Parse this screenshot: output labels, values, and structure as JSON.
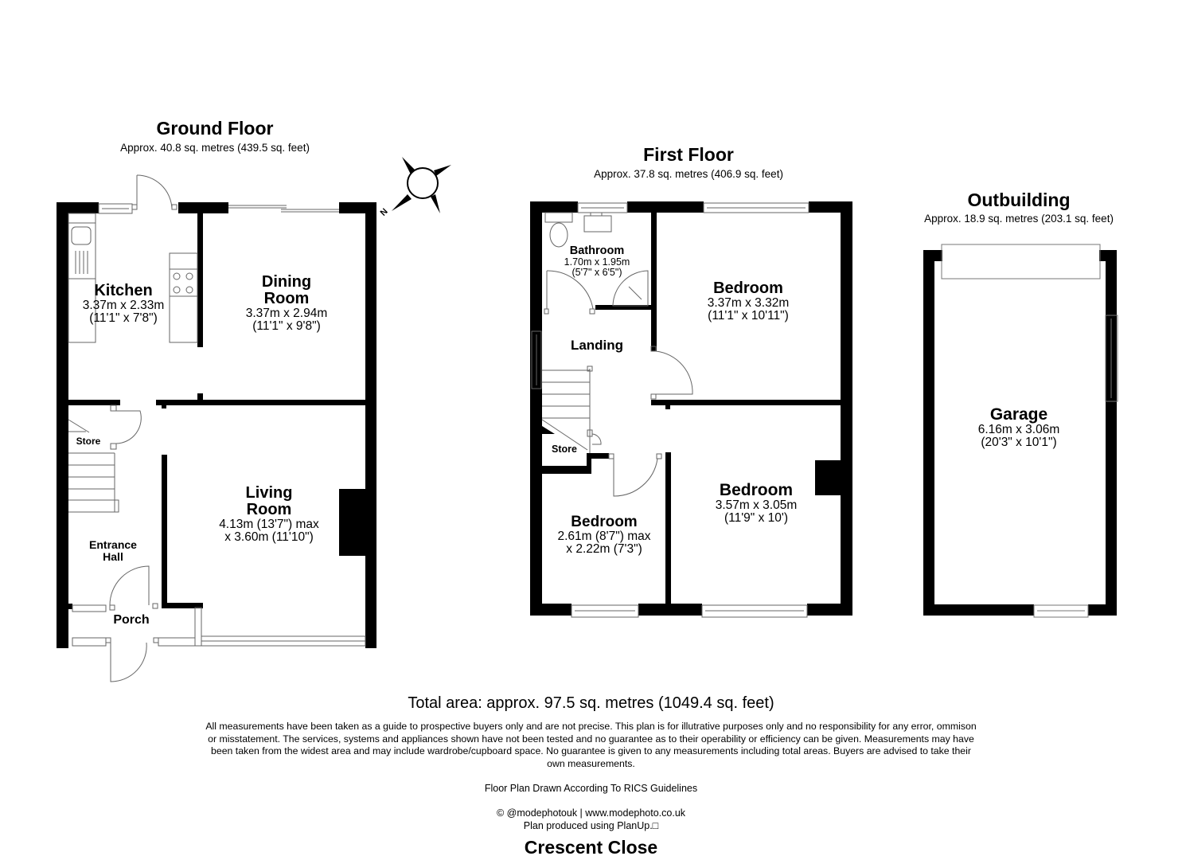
{
  "floors": {
    "ground": {
      "title": "Ground Floor",
      "area": "Approx. 40.8 sq. metres (439.5 sq. feet)",
      "rooms": [
        {
          "name": "Kitchen",
          "dim_m": "3.37m x 2.33m",
          "dim_ft": "(11'1\" x 7'8\")"
        },
        {
          "name_line1": "Dining",
          "name_line2": "Room",
          "dim_m": "3.37m x 2.94m",
          "dim_ft": "(11'1\" x 9'8\")"
        },
        {
          "name_line1": "Living",
          "name_line2": "Room",
          "dim_m": "4.13m (13'7\") max",
          "dim_ft": "x 3.60m (11'10\")"
        },
        {
          "name_line1": "Entrance",
          "name_line2": "Hall"
        },
        {
          "name": "Store"
        },
        {
          "name": "Porch"
        }
      ]
    },
    "first": {
      "title": "First Floor",
      "area": "Approx. 37.8 sq. metres (406.9 sq. feet)",
      "rooms": [
        {
          "name": "Bathroom",
          "dim_m": "1.70m x 1.95m",
          "dim_ft": "(5'7\" x 6'5\")"
        },
        {
          "name": "Bedroom",
          "dim_m": "3.37m x 3.32m",
          "dim_ft": "(11'1\" x 10'11\")"
        },
        {
          "name": "Landing"
        },
        {
          "name": "Store"
        },
        {
          "name": "Bedroom",
          "dim_m": "2.61m (8'7\") max",
          "dim_ft": "x 2.22m (7'3\")"
        },
        {
          "name": "Bedroom",
          "dim_m": "3.57m x 3.05m",
          "dim_ft": "(11'9\" x 10')"
        }
      ]
    },
    "outbuilding": {
      "title": "Outbuilding",
      "area": "Approx. 18.9 sq. metres (203.1 sq. feet)",
      "rooms": [
        {
          "name": "Garage",
          "dim_m": "6.16m x 3.06m",
          "dim_ft": "(20'3\" x 10'1\")"
        }
      ]
    }
  },
  "compass": {
    "label": "N",
    "icon": "compass-rose-icon"
  },
  "footer": {
    "total_area": "Total area: approx. 97.5 sq. metres (1049.4 sq. feet)",
    "disclaimer": "All measurements have been taken as a guide to prospective buyers only and are not precise. This plan is for illutrative purposes only and no responsibility for any error, ommison or misstatement. The services, systems and appliances shown have not been tested and no guarantee as to their operability or efficiency can be given. Measurements may have been taken from the widest area and may include wardrobe/cupboard space. No guarantee is given to any measurements including total areas. Buyers are advised to take their own measurements.",
    "rics": "Floor Plan Drawn According To RICS Guidelines",
    "credit_line1": "© @modephotouk | www.modephoto.co.uk",
    "credit_line2": "Plan produced using PlanUp.□",
    "address": "Crescent Close"
  },
  "colors": {
    "wall": "#000000",
    "fixture_stroke": "#555555",
    "background": "#ffffff"
  }
}
